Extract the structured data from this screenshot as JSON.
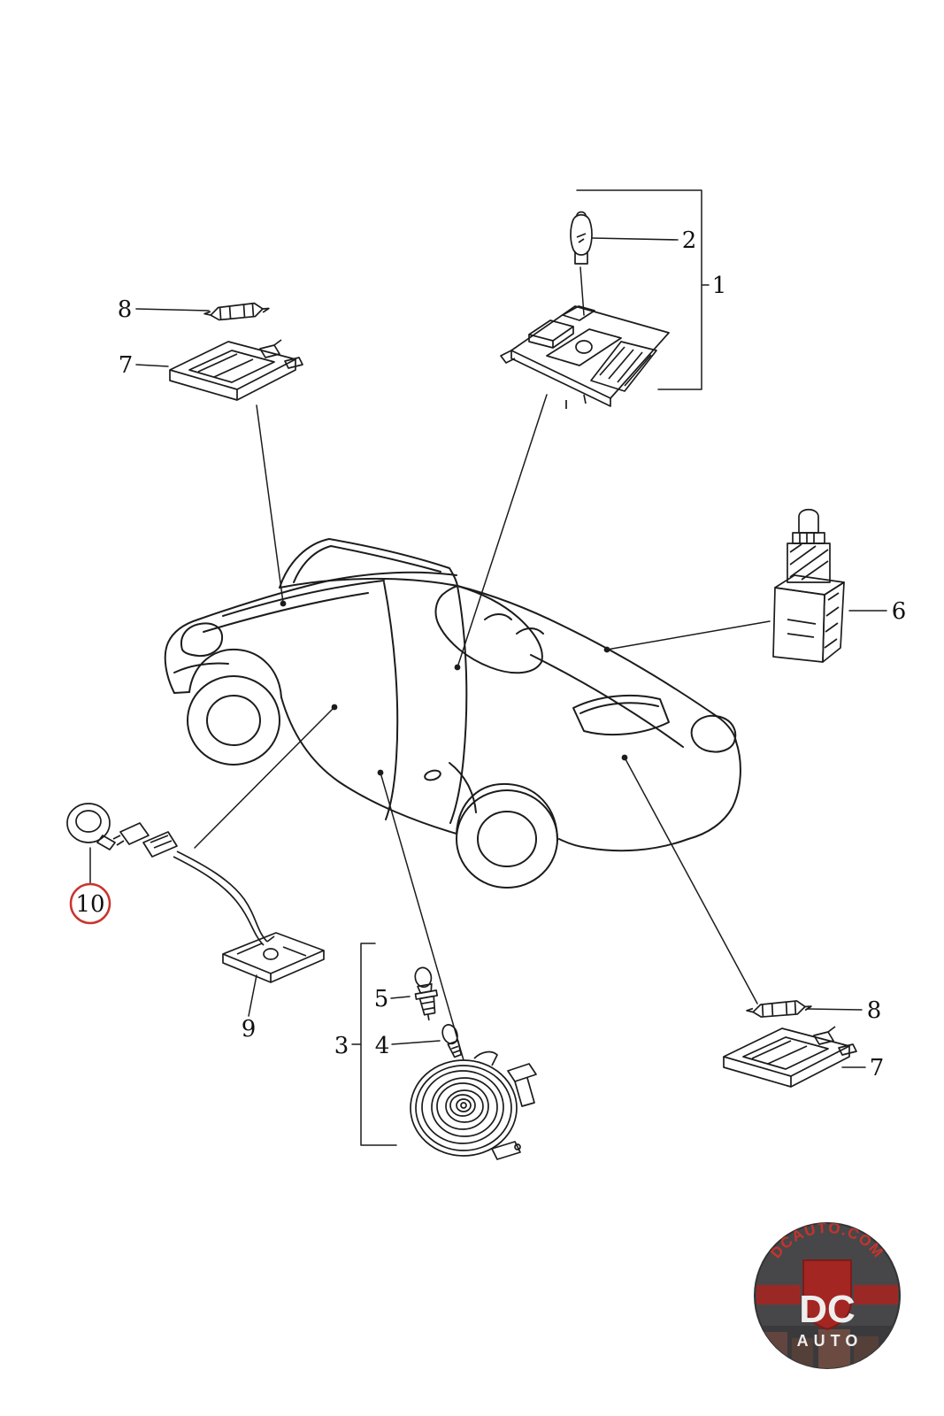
{
  "callouts": {
    "c1": "1",
    "c2": "2",
    "c3": "3",
    "c4": "4",
    "c5": "5",
    "c6": "6",
    "c7": "7",
    "c8": "8",
    "c9": "9",
    "c10": "10"
  },
  "watermark": {
    "arc_text": "DCAUTO.COM",
    "main": "DC",
    "sub": "AUTO"
  },
  "colors": {
    "line": "#1c1c1c",
    "highlight": "#c9342e",
    "logo_bg": "#47474a",
    "logo_red": "#a32622",
    "logo_text": "#eeeeee"
  }
}
